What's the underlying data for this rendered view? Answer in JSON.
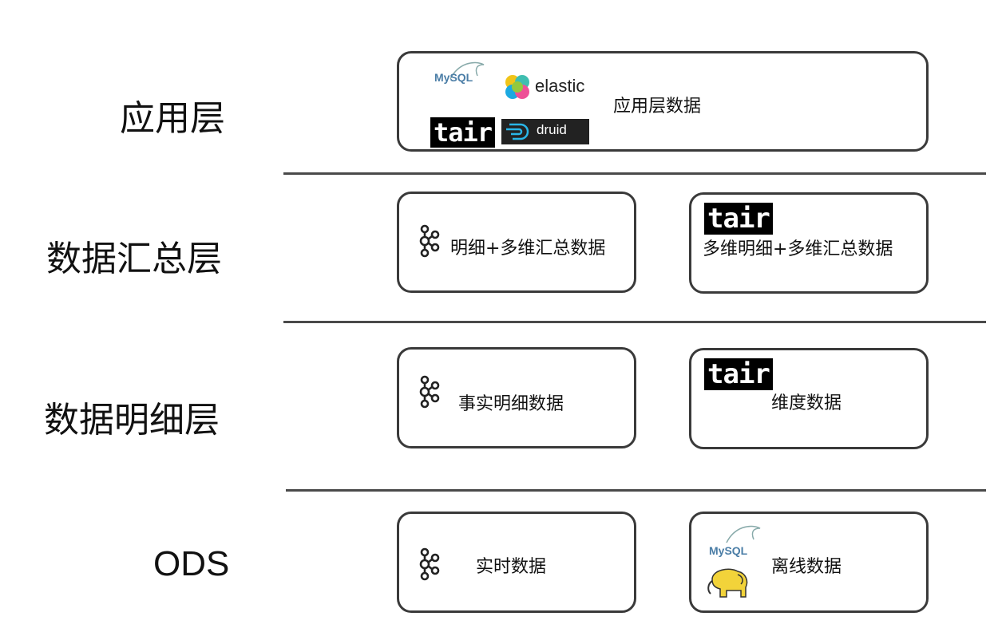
{
  "layers": [
    {
      "label": "应用层"
    },
    {
      "label": "数据汇总层"
    },
    {
      "label": "数据明细层"
    },
    {
      "label": "ODS"
    }
  ],
  "app_layer": {
    "box_text": "应用层数据",
    "logos": {
      "mysql": "MySQL",
      "elastic": "elastic",
      "tair": "tair",
      "druid": "druid"
    }
  },
  "summary_layer": {
    "left_box_text": "明细+多维汇总数据",
    "right_box_text": "多维明细+多维汇总数据",
    "left_icon": "kafka-icon",
    "right_logo": "tair"
  },
  "detail_layer": {
    "left_box_text": "事实明细数据",
    "right_box_text": "维度数据",
    "left_icon": "kafka-icon",
    "right_logo": "tair"
  },
  "ods_layer": {
    "left_box_text": "实时数据",
    "right_box_text": "离线数据",
    "left_icon": "kafka-icon",
    "right_logo": "MySQL"
  },
  "colors": {
    "mysql_blue": "#4a7da6",
    "mysql_orange": "#e38b1f",
    "hadoop_yellow": "#f2d33a",
    "elastic_teal": "#3fbeb0",
    "elastic_yellow": "#f0c419",
    "elastic_blue": "#1ba9e1",
    "elastic_pink": "#ee5097"
  }
}
